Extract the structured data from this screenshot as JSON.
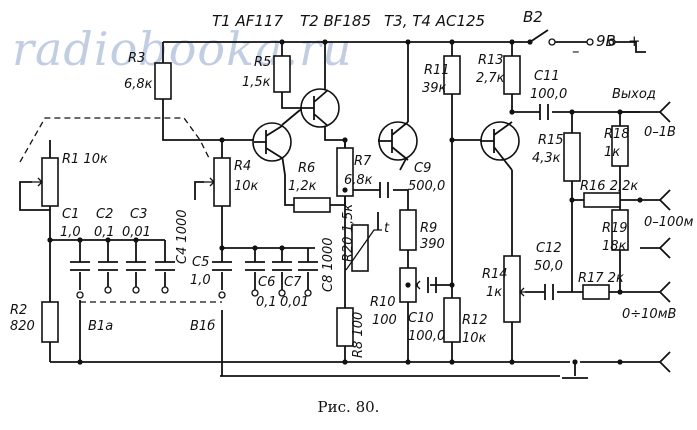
{
  "watermark": "radiobooka.ru",
  "caption": "Рис. 80.",
  "labels": {
    "t1": "T1 AF117",
    "t2": "T2 BF185",
    "t34": "T3, T4 AC125",
    "b2": "B2",
    "supply": "9В",
    "plus": "+",
    "minus": "–",
    "out_title": "Выход",
    "out1": "0–1В",
    "out2": "0–100м",
    "out3": "0÷10мВ",
    "r1": "R1 10к",
    "r2": "R2",
    "r2v": "820",
    "r3": "R3",
    "r3v": "6,8к",
    "r4": "R4",
    "r4v": "10к",
    "r5": "R5",
    "r5v": "1,5к",
    "r6": "R6",
    "r6v": "1,2к",
    "r7": "R7",
    "r7v": "6,8к",
    "r8": "R8 100",
    "r9": "R9",
    "r9v": "390",
    "r10": "R10",
    "r10v": "100",
    "r11": "R11",
    "r11v": "39к",
    "r12": "R12",
    "r12v": "10к",
    "r13": "R13",
    "r13v": "2,7к",
    "r14": "R14",
    "r14v": "1к",
    "r15": "R15",
    "r15v": "4,3к",
    "r16": "R16 2,2к",
    "r17": "R17 2к",
    "r18": "R18",
    "r18v": "1к",
    "r19": "R19",
    "r19v": "18к",
    "r20": "R20 1,5к",
    "t_sym": "t",
    "c1": "C1",
    "c1v": "1,0",
    "c2": "C2",
    "c2v": "0,1",
    "c3": "C3",
    "c3v": "0,01",
    "c4": "C4 1000",
    "c5": "C5",
    "c5v": "1,0",
    "c6": "C6",
    "c6v": "0,1",
    "c7": "C7",
    "c7v": "0,01",
    "c8": "C8 1000",
    "c9": "C9",
    "c9v": "500,0",
    "c10": "C10",
    "c10v": "100,0",
    "c11": "C11",
    "c11v": "100,0",
    "c12": "C12",
    "c12v": "50,0",
    "b1a": "B1a",
    "b1b": "B1б"
  }
}
